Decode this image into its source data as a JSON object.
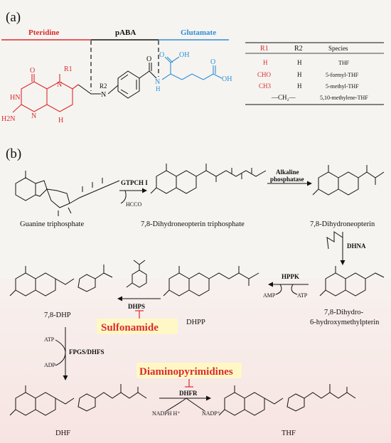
{
  "panel_a": {
    "label": "(a)",
    "sections": {
      "pteridine": "Pteridine",
      "paba": "pABA",
      "glutamate": "Glutamate"
    },
    "colors": {
      "pteridine": "#d92b2b",
      "paba": "#111111",
      "glutamate": "#2e8fd6"
    },
    "structure": {
      "o": "O",
      "hn": "HN",
      "h2n": "H2N",
      "n": "N",
      "h": "H",
      "n_r1": "N",
      "r1": "R1",
      "r2": "R2",
      "nh": "N",
      "o_amide": "O",
      "nh_amide": "N",
      "h_amide": "H",
      "o_acid": "O",
      "oh_acid": "OH",
      "oh_side": "OH",
      "o_side": "O"
    },
    "table": {
      "headers": [
        "R1",
        "R2",
        "Species"
      ],
      "rows": [
        [
          "H",
          "H",
          "THF"
        ],
        [
          "CHO",
          "H",
          "5-formyl-THF"
        ],
        [
          "CH3",
          "H",
          "5-methyl-THF"
        ],
        [
          "—CH₂—",
          "",
          "5,10-methylene-THF"
        ]
      ]
    }
  },
  "panel_b": {
    "label": "(b)",
    "compounds": {
      "gtp": "Guanine triphosphate",
      "dhnp_tp": "7,8-Dihydroneopterin triphosphate",
      "dhnp": "7,8-Dihydroneopterin",
      "hmdhp_1": "7,8-Dihydro-",
      "hmdhp_2": "6-hydroxymethylpterin",
      "dhpp": "DHPP",
      "dhp": "7,8-DHP",
      "dhf": "DHF",
      "thf": "THF"
    },
    "enzymes": {
      "gtpch": "GTPCH I",
      "alp_1": "Alkaline",
      "alp_2": "phosphatase",
      "dhna": "DHNA",
      "hppk": "HPPK",
      "dhps": "DHPS",
      "fpgs": "FPGS/DHFS",
      "dhfr": "DHFR"
    },
    "cofactors": {
      "hcco": "HCCO",
      "amp": "AMP",
      "atp_hppk": "ATP",
      "atp_fpgs": "ATP",
      "adp": "ADP",
      "nadph": "NADPH H⁺",
      "nadp": "NADP⁺"
    },
    "inhibitors": {
      "sulfonamide": "Sulfonamide",
      "diaminopyrimidines": "Diaminopyrimidines"
    },
    "inhibitor_style": {
      "text_color": "#d92b2b",
      "box_color": "#fff8c6"
    }
  }
}
